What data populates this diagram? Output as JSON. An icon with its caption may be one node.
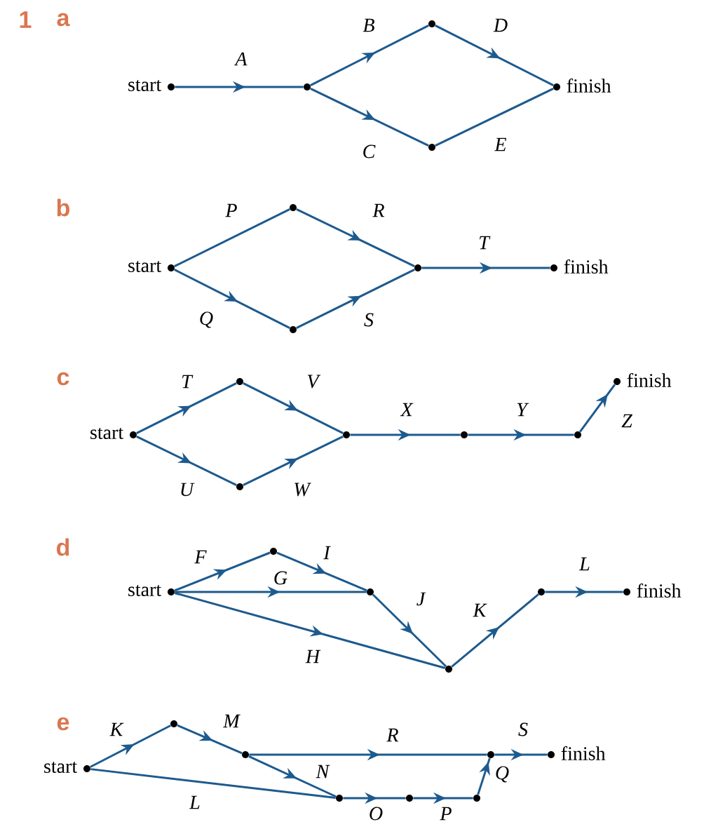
{
  "diagram": {
    "nodes": [
      {
        "text": [],
        "shape": "circle",
        "beside": [
          "start"
        ]
      },
      {
        "text": [],
        "shape": "circle"
      },
      {
        "text": [],
        "shape": "circle"
      },
      {
        "text": [],
        "shape": "circle"
      },
      {
        "text": [],
        "shape": "circle",
        "beside": [
          "finish"
        ]
      },
      {
        "text": [],
        "shape": "circle",
        "beside": [
          "start"
        ]
      },
      {
        "text": [],
        "shape": "circle"
      },
      {
        "text": [],
        "shape": "circle"
      },
      {
        "text": [],
        "shape": "circle"
      },
      {
        "text": [],
        "shape": "circle",
        "beside": [
          "finish"
        ]
      },
      {
        "text": [],
        "shape": "circle",
        "beside": [
          "start"
        ]
      },
      {
        "text": [],
        "shape": "circle"
      },
      {
        "text": [],
        "shape": "circle"
      },
      {
        "text": [],
        "shape": "circle"
      },
      {
        "text": [],
        "shape": "circle"
      },
      {
        "text": [],
        "shape": "circle"
      },
      {
        "text": [],
        "shape": "circle",
        "beside": [
          "finish"
        ]
      },
      {
        "text": [],
        "shape": "circle",
        "beside": [
          "start"
        ]
      },
      {
        "text": [],
        "shape": "circle"
      },
      {
        "text": [],
        "shape": "circle"
      },
      {
        "text": [],
        "shape": "circle"
      },
      {
        "text": [],
        "shape": "circle"
      },
      {
        "text": [],
        "shape": "circle",
        "beside": [
          "finish"
        ]
      },
      {
        "text": [],
        "shape": "circle",
        "beside": [
          "start"
        ]
      },
      {
        "text": [],
        "shape": "circle"
      },
      {
        "text": [],
        "shape": "circle"
      },
      {
        "text": [],
        "shape": "circle"
      },
      {
        "text": [],
        "shape": "circle"
      },
      {
        "text": [],
        "shape": "circle"
      },
      {
        "text": [],
        "shape": "circle"
      },
      {
        "text": [],
        "shape": "circle",
        "beside": [
          "finish"
        ]
      }
    ],
    "edges": [
      {
        "from": 0,
        "to": 1,
        "arrow": "to",
        "label": "A"
      },
      {
        "from": 1,
        "to": 2,
        "arrow": "to",
        "label": "B"
      },
      {
        "from": 1,
        "to": 3,
        "arrow": "to",
        "label": "C"
      },
      {
        "from": 2,
        "to": 4,
        "arrow": "to",
        "label": "D"
      },
      {
        "from": 3,
        "to": 4,
        "arrow": "none",
        "label": "E"
      },
      {
        "from": 5,
        "to": 6,
        "arrow": "none",
        "label": "P"
      },
      {
        "from": 5,
        "to": 7,
        "arrow": "to",
        "label": "Q"
      },
      {
        "from": 6,
        "to": 8,
        "arrow": "to",
        "label": "R"
      },
      {
        "from": 7,
        "to": 8,
        "arrow": "to",
        "label": "S"
      },
      {
        "from": 8,
        "to": 9,
        "arrow": "to",
        "label": "T"
      },
      {
        "from": 10,
        "to": 11,
        "arrow": "to",
        "label": "T"
      },
      {
        "from": 10,
        "to": 12,
        "arrow": "to",
        "label": "U"
      },
      {
        "from": 11,
        "to": 13,
        "arrow": "to",
        "label": "V"
      },
      {
        "from": 12,
        "to": 13,
        "arrow": "to",
        "label": "W"
      },
      {
        "from": 13,
        "to": 14,
        "arrow": "to",
        "label": "X"
      },
      {
        "from": 14,
        "to": 15,
        "arrow": "to",
        "label": "Y"
      },
      {
        "from": 15,
        "to": 16,
        "arrow": "to",
        "label": "Z"
      },
      {
        "from": 17,
        "to": 18,
        "arrow": "to",
        "label": "F"
      },
      {
        "from": 17,
        "to": 19,
        "arrow": "to",
        "label": "G"
      },
      {
        "from": 17,
        "to": 20,
        "arrow": "to",
        "label": "H"
      },
      {
        "from": 18,
        "to": 19,
        "arrow": "to",
        "label": "I"
      },
      {
        "from": 19,
        "to": 20,
        "arrow": "to",
        "label": "J"
      },
      {
        "from": 20,
        "to": 21,
        "arrow": "to",
        "label": "K"
      },
      {
        "from": 21,
        "to": 22,
        "arrow": "to",
        "label": "L"
      },
      {
        "from": 23,
        "to": 24,
        "arrow": "to",
        "label": "K"
      },
      {
        "from": 23,
        "to": 26,
        "arrow": "none",
        "label": "L"
      },
      {
        "from": 24,
        "to": 25,
        "arrow": "to",
        "label": "M"
      },
      {
        "from": 25,
        "to": 26,
        "arrow": "to",
        "label": "N"
      },
      {
        "from": 25,
        "to": 29,
        "arrow": "to",
        "label": "R"
      },
      {
        "from": 26,
        "to": 27,
        "arrow": "to",
        "label": "O"
      },
      {
        "from": 27,
        "to": 28,
        "arrow": "to",
        "label": "P"
      },
      {
        "from": 28,
        "to": 29,
        "arrow": "to",
        "label": "Q"
      },
      {
        "from": 29,
        "to": 30,
        "arrow": "to",
        "label": "S"
      }
    ],
    "labels": [
      "1",
      "a",
      "b",
      "c",
      "d",
      "e"
    ]
  }
}
